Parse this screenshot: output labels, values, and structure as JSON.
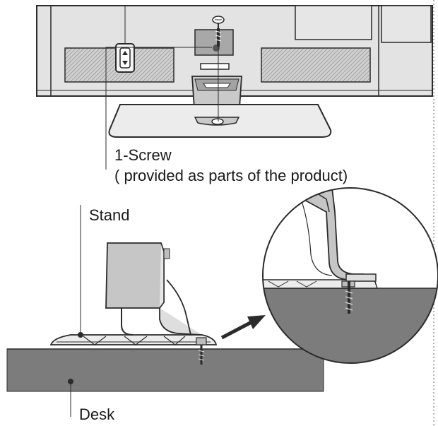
{
  "labels": {
    "screw": "1-Screw",
    "screw_note": "( provided as parts of the product)",
    "stand": "Stand",
    "desk": "Desk"
  },
  "colors": {
    "line": "#2b2b2b",
    "tv_back": "#e3e3e3",
    "hatch_fill": "#bdbdbd",
    "desk": "#7c7c7c",
    "stand_light": "#ececec",
    "stand_mid": "#c6c6c6"
  }
}
